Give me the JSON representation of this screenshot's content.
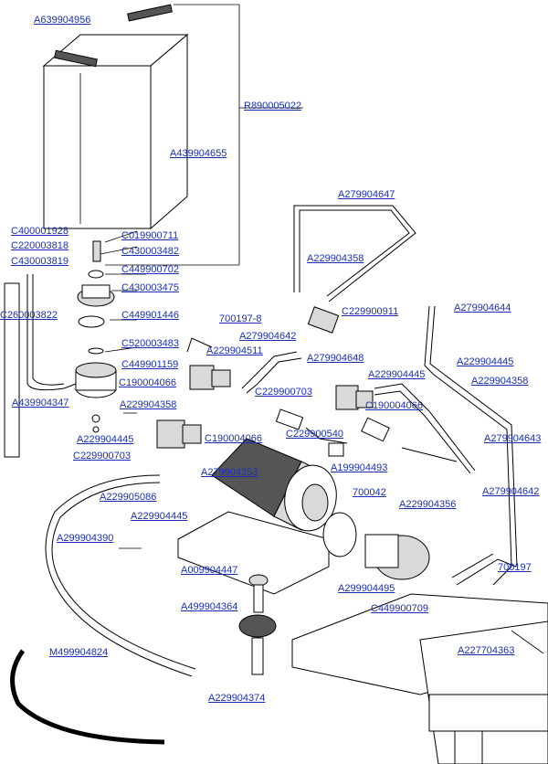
{
  "labels": {
    "a639904956": "A639904956",
    "r890005022": "R890005022",
    "a439904655": "A439904655",
    "a279904647": "A279904647",
    "c400001928": "C400001928",
    "c220003818": "C220003818",
    "c430003819": "C430003819",
    "c019900711": "C019900711",
    "c430003482": "C430003482",
    "a229904358_top": "A229904358",
    "c449900702": "C449900702",
    "c430003475": "C430003475",
    "c260003822": "C260003822",
    "c449901446": "C449901446",
    "n700197_8": "700197-8",
    "a279904644": "A279904644",
    "c229900911": "C229900911",
    "c520003483": "C520003483",
    "a279904642_mid": "A279904642",
    "a229904511": "A229904511",
    "c449901159": "C449901159",
    "a279904648": "A279904648",
    "a229904445_right": "A229904445",
    "a229904445_mid": "A229904445",
    "c190004066_left": "C190004066",
    "a229904358_right": "A229904358",
    "c229900703_mid": "C229900703",
    "a439904347": "A439904347",
    "c190004066_right": "C190004066",
    "a229904358_left": "A229904358",
    "c229900540": "C229900540",
    "a279904643": "A279904643",
    "a229904445_left": "A229904445",
    "c190004066_mid": "C190004066",
    "c229900703_left": "C229900703",
    "a199904493": "A199904493",
    "a279904353": "A279904353",
    "n700042": "700042",
    "a279904642_right": "A279904642",
    "a229905086": "A229905086",
    "a229904356": "A229904356",
    "a229904445_low": "A229904445",
    "a299904390": "A299904390",
    "n700197": "700197",
    "a009904447": "A009904447",
    "a299904495": "A299904495",
    "c449900709": "C449900709",
    "a499904364": "A499904364",
    "m499904824": "M499904824",
    "a227704363": "A227704363",
    "a229904374": "A229904374"
  },
  "colors": {
    "link": "#1a2fb8",
    "line": "#000000",
    "fill": "#d9d9d9"
  }
}
